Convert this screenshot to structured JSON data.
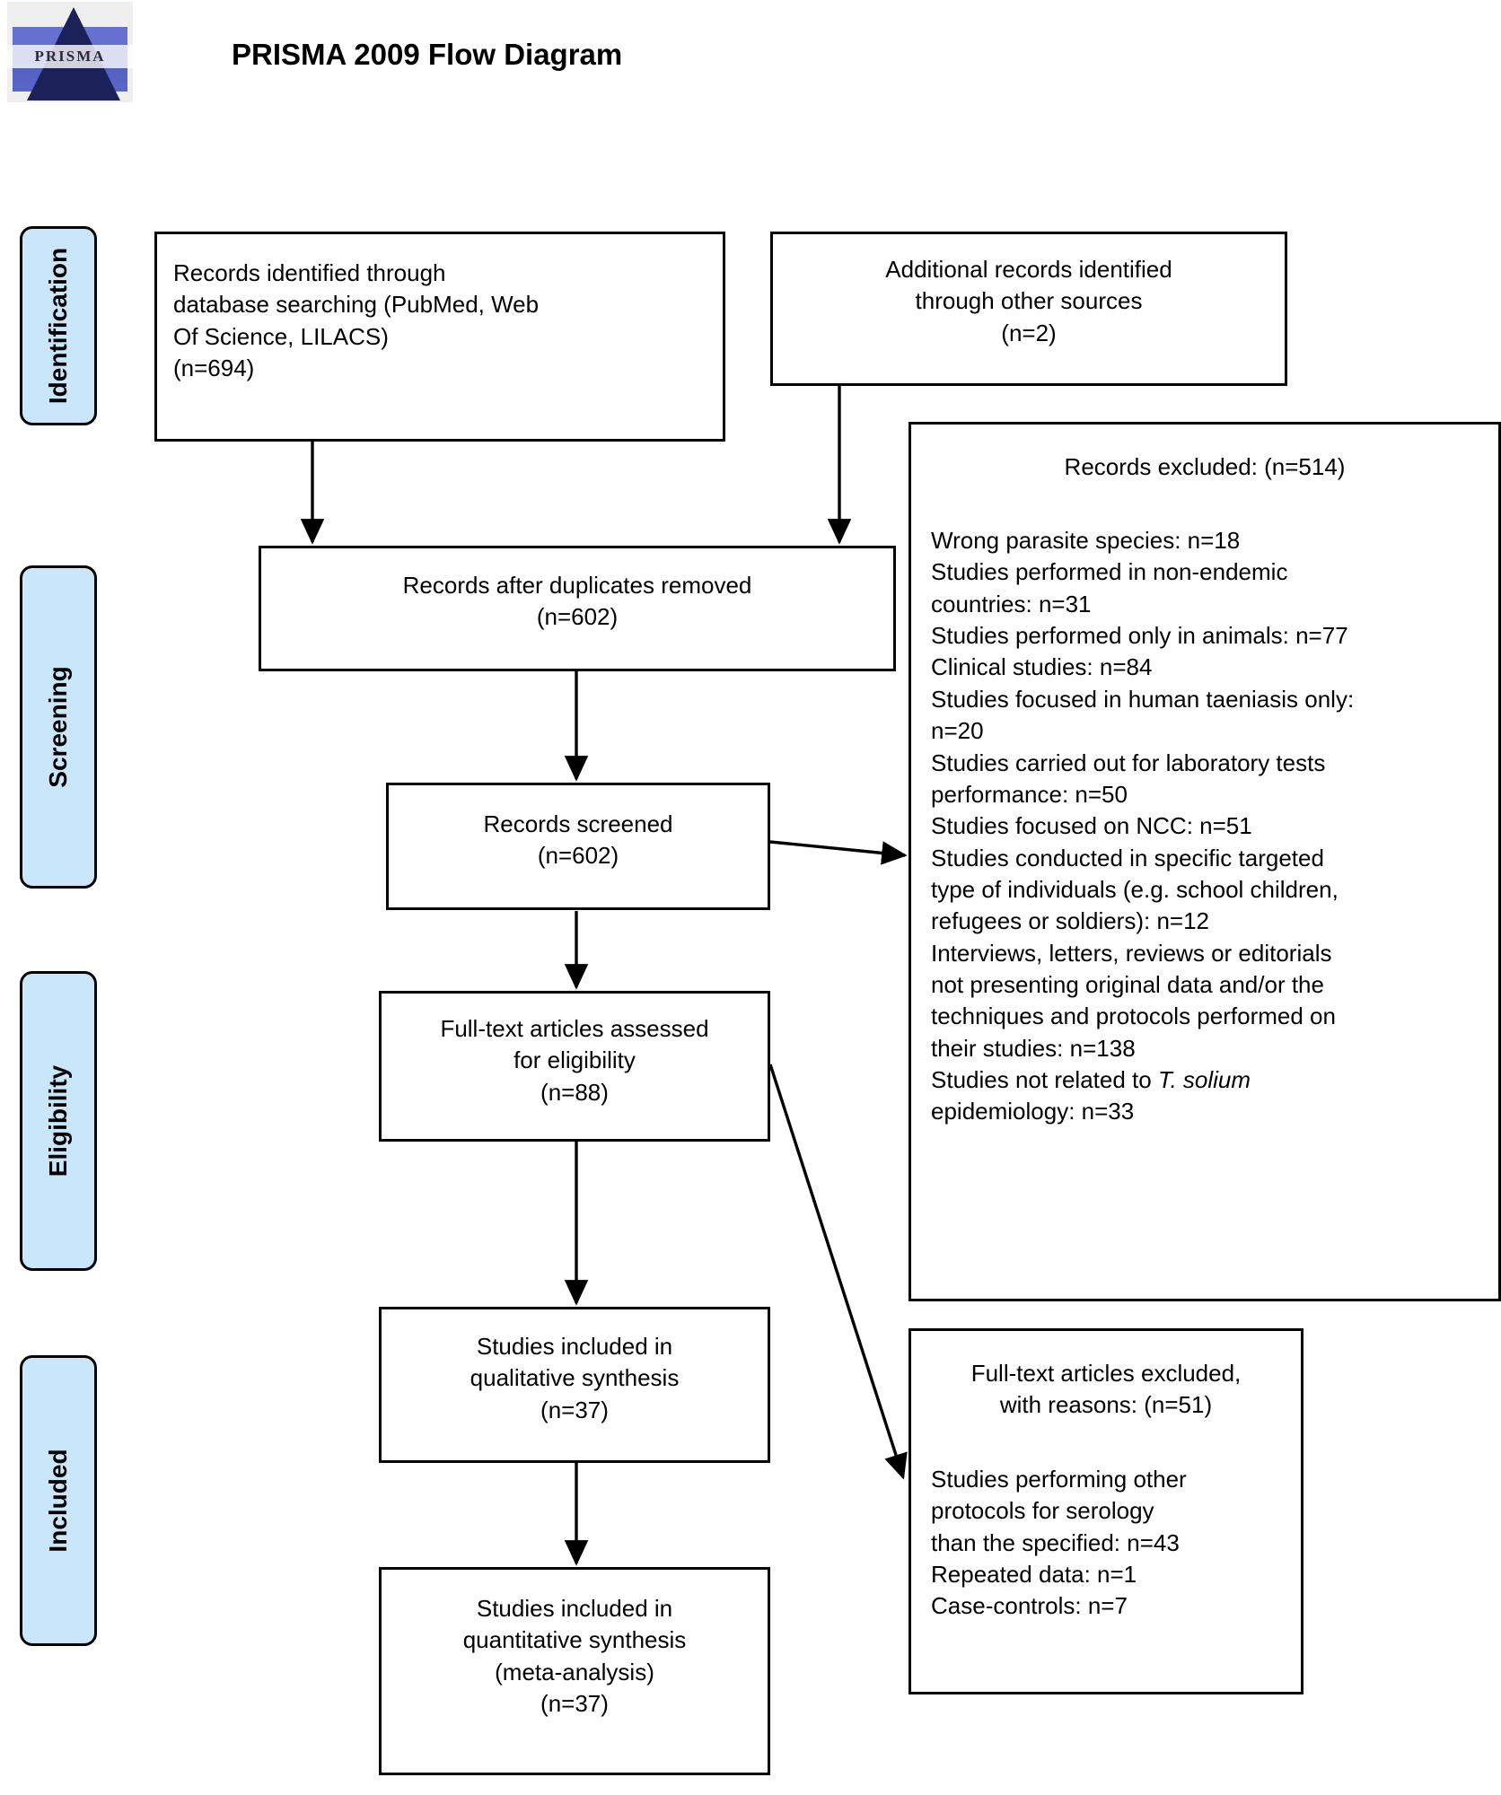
{
  "header": {
    "logo_word": "PRISMA",
    "title": "PRISMA 2009 Flow Diagram"
  },
  "colors": {
    "stage_fill": "#c9e6fb",
    "stroke": "#000000",
    "background": "#ffffff"
  },
  "stages": [
    {
      "id": "identification",
      "label": "Identification"
    },
    {
      "id": "screening",
      "label": "Screening"
    },
    {
      "id": "eligibility",
      "label": "Eligibility"
    },
    {
      "id": "included",
      "label": "Included"
    }
  ],
  "boxes": {
    "records_identified": {
      "text": "Records identified through\ndatabase searching (PubMed, Web\nOf Science, LILACS)\n(n=694)",
      "n": 694
    },
    "additional_records": {
      "text": "Additional records identified\nthrough other sources\n(n=2)",
      "n": 2
    },
    "duplicates_removed": {
      "text": "Records after duplicates removed\n(n=602)",
      "n": 602
    },
    "records_screened": {
      "text": "Records screened\n(n=602)",
      "n": 602
    },
    "fulltext_assessed": {
      "text": "Full-text articles assessed\nfor eligibility\n(n=88)",
      "n": 88
    },
    "qualitative_synthesis": {
      "text": "Studies included in\nqualitative synthesis\n(n=37)",
      "n": 37
    },
    "quantitative_synthesis": {
      "text": "Studies included in\nquantitative synthesis\n(meta-analysis)\n(n=37)",
      "n": 37
    },
    "records_excluded": {
      "heading": "Records excluded: (n=514)",
      "n": 514,
      "reasons_before_italic": "Wrong parasite species: n=18\nStudies performed in non-endemic\ncountries: n=31\nStudies performed only in animals: n=77\nClinical studies: n=84\nStudies focused in human taeniasis only:\nn=20\nStudies carried out for laboratory tests\nperformance: n=50\nStudies focused on NCC: n=51\nStudies conducted in specific targeted\ntype of individuals (e.g. school children,\nrefugees or soldiers): n=12\nInterviews, letters, reviews or editorials\nnot presenting original data and/or the\ntechniques and protocols performed on\ntheir studies: n=138\nStudies not related to ",
      "italic_term": "T. solium",
      "reasons_after_italic": "\nepidemiology: n=33",
      "reason_items": [
        {
          "label": "Wrong parasite species",
          "n": 18
        },
        {
          "label": "Studies performed in non-endemic countries",
          "n": 31
        },
        {
          "label": "Studies performed only in animals",
          "n": 77
        },
        {
          "label": "Clinical studies",
          "n": 84
        },
        {
          "label": "Studies focused in human taeniasis only",
          "n": 20
        },
        {
          "label": "Studies carried out for laboratory tests performance",
          "n": 50
        },
        {
          "label": "Studies focused on NCC",
          "n": 51
        },
        {
          "label": "Studies conducted in specific targeted type of individuals (e.g. school children, refugees or soldiers)",
          "n": 12
        },
        {
          "label": "Interviews, letters, reviews or editorials not presenting original data and/or the techniques and protocols performed on their studies",
          "n": 138
        },
        {
          "label": "Studies not related to T. solium epidemiology",
          "n": 33
        }
      ]
    },
    "fulltext_excluded": {
      "heading": "Full-text articles excluded,\nwith reasons: (n=51)",
      "n": 51,
      "reasons": "Studies performing other\nprotocols for serology\nthan the specified: n=43\nRepeated data: n=1\nCase-controls: n=7",
      "reason_items": [
        {
          "label": "Studies performing other protocols for serology than the specified",
          "n": 43
        },
        {
          "label": "Repeated data",
          "n": 1
        },
        {
          "label": "Case-controls",
          "n": 7
        }
      ]
    }
  }
}
